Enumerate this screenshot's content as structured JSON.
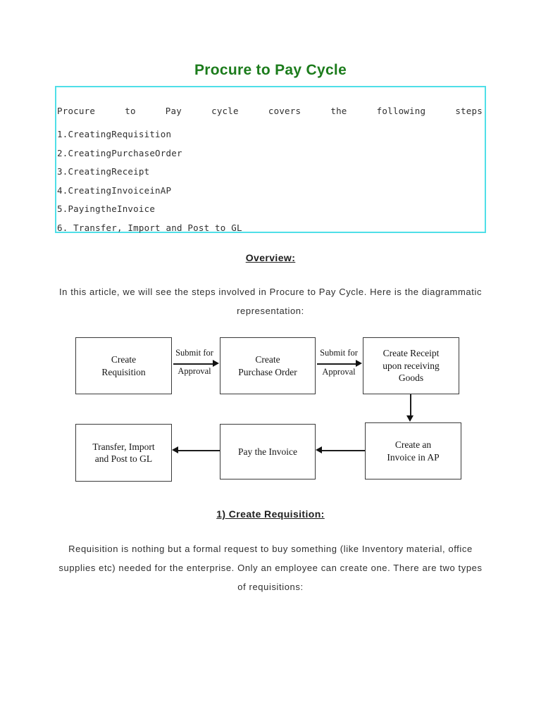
{
  "colors": {
    "title_green": "#1c7c1c",
    "box_border_cyan": "#4fdfe8",
    "text_dark": "#2e2e2e",
    "diagram_border": "#3a3a3a"
  },
  "page": {
    "title": "Procure to Pay Cycle"
  },
  "steps_box": {
    "intro_words": [
      "Procure",
      "to",
      "Pay",
      "cycle",
      "covers",
      "the",
      "following",
      "steps"
    ],
    "items": [
      "1.CreatingRequisition",
      "2.CreatingPurchaseOrder",
      "3.CreatingReceipt",
      "4.CreatingInvoiceinAP",
      "5.PayingtheInvoice",
      "6. Transfer, Import and Post to GL"
    ]
  },
  "overview": {
    "heading": "Overview:",
    "lines": [
      "In this article, we will see the steps involved in Procure to Pay Cycle. Here is the diagrammatic",
      "representation:"
    ]
  },
  "diagram": {
    "nodes": [
      {
        "id": "create-requisition",
        "lines": [
          "Create",
          "Requisition"
        ]
      },
      {
        "id": "create-purchase-order",
        "lines": [
          "Create",
          "Purchase Order"
        ]
      },
      {
        "id": "create-receipt",
        "lines": [
          "Create Receipt",
          "upon receiving",
          "Goods"
        ]
      },
      {
        "id": "transfer-import-post-gl",
        "lines": [
          "Transfer, Import",
          "and Post to GL"
        ]
      },
      {
        "id": "pay-invoice",
        "lines": [
          "Pay the Invoice"
        ]
      },
      {
        "id": "create-invoice-ap",
        "lines": [
          "Create an",
          "Invoice in AP"
        ]
      }
    ],
    "connector_labels": [
      {
        "line1": "Submit for",
        "line2": "Approval"
      },
      {
        "line1": "Submit for",
        "line2": "Approval"
      }
    ]
  },
  "section1": {
    "heading": "1) Create Requisition:",
    "lines": [
      "Requisition is nothing but a formal request to buy something (like Inventory material, office",
      "supplies etc) needed for the enterprise. Only an employee can create one. There are two types",
      "of requisitions:"
    ]
  }
}
